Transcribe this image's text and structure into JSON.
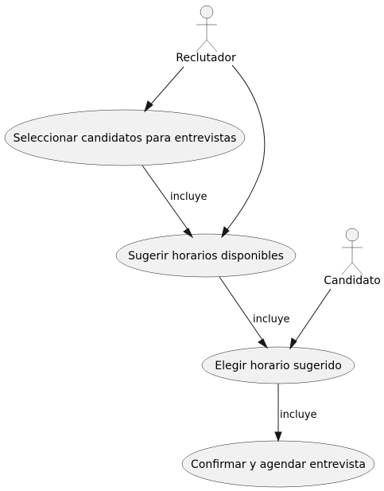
{
  "diagram": {
    "actors": {
      "reclutador": "Reclutador",
      "candidato": "Candidato"
    },
    "use_cases": {
      "seleccionar": "Seleccionar candidatos para entrevistas",
      "sugerir": "Sugerir horarios disponibles",
      "elegir": "Elegir horario sugerido",
      "confirmar": "Confirmar y agendar entrevista"
    },
    "relations": [
      {
        "from": "Reclutador",
        "to": "Seleccionar candidatos para entrevistas",
        "label": ""
      },
      {
        "from": "Reclutador",
        "to": "Sugerir horarios disponibles",
        "label": ""
      },
      {
        "from": "Seleccionar candidatos para entrevistas",
        "to": "Sugerir horarios disponibles",
        "label": "incluye"
      },
      {
        "from": "Sugerir horarios disponibles",
        "to": "Elegir horario sugerido",
        "label": "incluye"
      },
      {
        "from": "Candidato",
        "to": "Elegir horario sugerido",
        "label": ""
      },
      {
        "from": "Elegir horario sugerido",
        "to": "Confirmar y agendar entrevista",
        "label": "incluye"
      }
    ],
    "colors": {
      "usecase_fill": "#f1f1f1",
      "stroke": "#181818",
      "text": "#000000",
      "background": "#ffffff"
    }
  }
}
